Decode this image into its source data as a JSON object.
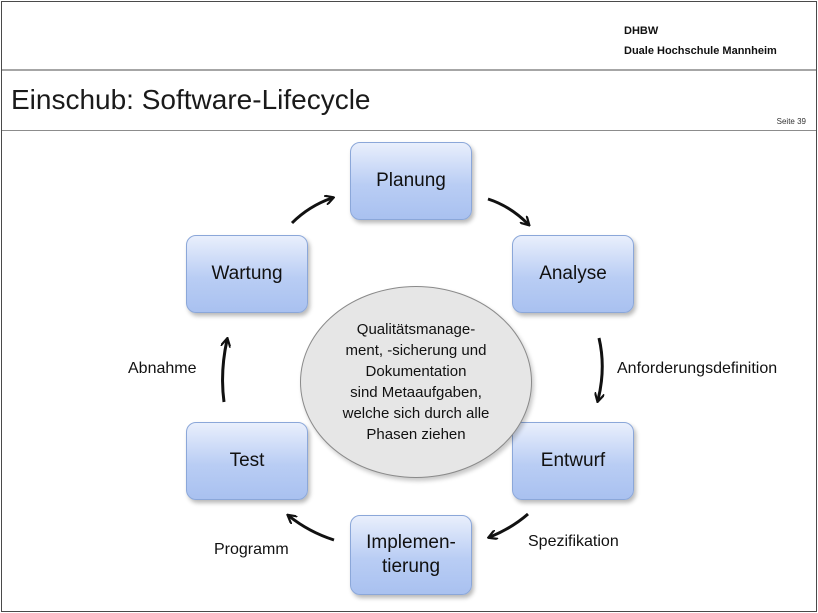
{
  "header": {
    "org_line1": "DHBW",
    "org_line2": "Duale Hochschule Mannheim",
    "title": "Einschub: Software-Lifecycle",
    "page": "Seite 39"
  },
  "diagram": {
    "phases": {
      "planung": "Planung",
      "analyse": "Analyse",
      "entwurf": "Entwurf",
      "implementierung_line1": "Implemen-",
      "implementierung_line2": "tierung",
      "test": "Test",
      "wartung": "Wartung"
    },
    "center_lines": [
      "Qualitätsmanage-",
      "ment, -sicherung und",
      "Dokumentation",
      "sind Metaaufgaben,",
      "welche sich durch alle",
      "Phasen ziehen"
    ],
    "transition_labels": {
      "analyse_to_entwurf": "Anforderungsdefinition",
      "entwurf_to_implementierung": "Spezifikation",
      "implementierung_to_test": "Programm",
      "test_to_wartung": "Abnahme"
    }
  }
}
